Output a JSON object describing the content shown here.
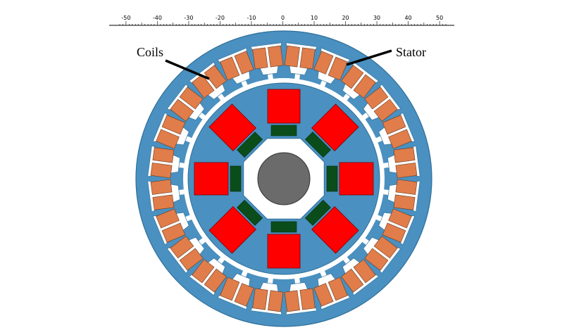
{
  "ruler": {
    "ticks": [
      -50,
      -40,
      -30,
      -20,
      -10,
      0,
      10,
      20,
      30,
      40,
      50
    ],
    "range": [
      -52,
      52
    ]
  },
  "labels": {
    "coils": "Coils",
    "stator": "Stator"
  },
  "machine": {
    "stator_slots": 24,
    "rotor_poles": 8
  },
  "colors": {
    "steel": "#4a90c0",
    "steel_outline": "#2e6f99",
    "coil": "#e07d4a",
    "magnet": "#ff0000",
    "spacer": "#0b4d1a",
    "shaft": "#6b6b6b",
    "air": "#ffffff"
  }
}
